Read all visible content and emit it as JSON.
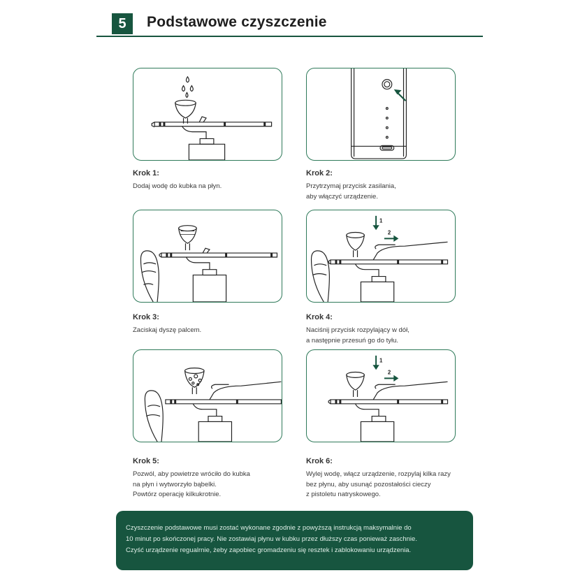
{
  "header": {
    "section_number": "5",
    "title": "Podstawowe czyszczenie"
  },
  "steps": [
    {
      "title": "Krok 1:",
      "text": "Dodaj wodę do kubka na płyn."
    },
    {
      "title": "Krok 2:",
      "text": "Przytrzymaj przycisk zasilania,\naby włączyć urządzenie."
    },
    {
      "title": "Krok 3:",
      "text": "Zaciskaj dyszę palcem."
    },
    {
      "title": "Krok 4:",
      "text": "Naciśnij przycisk rozpylający w dół,\na następnie przesuń go do tyłu."
    },
    {
      "title": "Krok 5:",
      "text": "Pozwól, aby powietrze wróciło do kubka\nna płyn  i wytworzyło bąbelki.\nPowtórz operację kilkukrotnie."
    },
    {
      "title": "Krok 6:",
      "text": "Wylej wodę, włącz urządzenie, rozpylaj kilka razy\nbez płynu, aby usunąć pozostałości cieczy\nz pistoletu natryskowego."
    }
  ],
  "arrow_labels": {
    "step4_down": "1",
    "step4_right": "2",
    "step6_down": "1",
    "step6_right": "2"
  },
  "note": {
    "text": "Czyszczenie podstawowe musi zostać wykonane zgodnie z powyższą instrukcją maksymalnie do\n10 minut po skończonej pracy. Nie zostawiaj płynu w kubku przez dłuższy czas ponieważ zaschnie.\nCzyść urządzenie regualrnie, żeby zapobiec gromadzeniu się resztek i zablokowaniu urządzenia."
  },
  "colors": {
    "brand_green": "#17553f",
    "panel_border": "#2f7a5a",
    "line_art": "#222222"
  }
}
